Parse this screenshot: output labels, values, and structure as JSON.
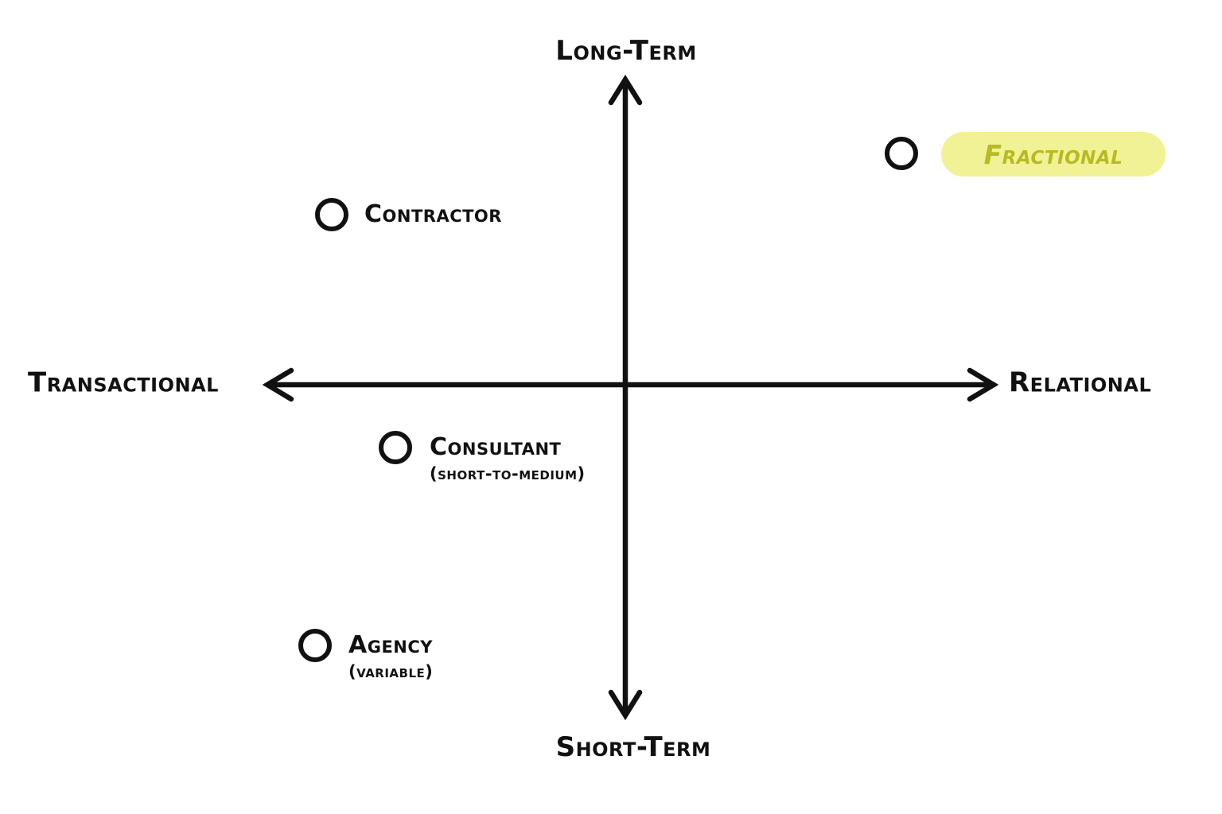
{
  "diagram": {
    "type": "quadrant-2x2-axes",
    "axes": {
      "top_label": "Long-Term",
      "bottom_label": "Short-Term",
      "left_label": "Transactional",
      "right_label": "Relational"
    },
    "items": [
      {
        "label": "Fractional",
        "quadrant": "top-right",
        "highlighted": true
      },
      {
        "label": "Contractor",
        "quadrant": "top-left",
        "highlighted": false
      },
      {
        "label": "Consultant",
        "sub": "(short-to-medium)",
        "quadrant": "bottom-left",
        "highlighted": false
      },
      {
        "label": "Agency",
        "sub": "(variable)",
        "quadrant": "bottom-left",
        "highlighted": false
      }
    ],
    "colors": {
      "ink": "#111111",
      "background": "#ffffff",
      "highlight_bg": "#f0f295",
      "highlight_text": "#b8ba22"
    }
  }
}
